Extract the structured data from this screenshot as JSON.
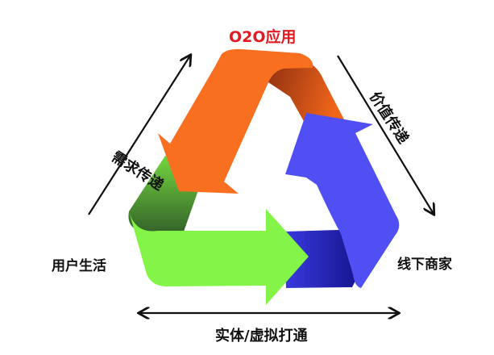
{
  "diagram": {
    "title": "O2O应用",
    "nodes": {
      "left": "用户生活",
      "right": "线下商家"
    },
    "edges": {
      "left_side": "需求传递",
      "right_side": "价值传递",
      "bottom": "实体/虚拟打通"
    },
    "colors": {
      "title": "#e21b23",
      "orange_arrow": "#f86f1f",
      "orange_shadow": "#8e2f12",
      "blue_arrow": "#4f4ff3",
      "blue_shadow": "#1818b8",
      "green_arrow": "#84f548",
      "green_shadow": "#3c7a2a",
      "text": "#111111"
    }
  }
}
